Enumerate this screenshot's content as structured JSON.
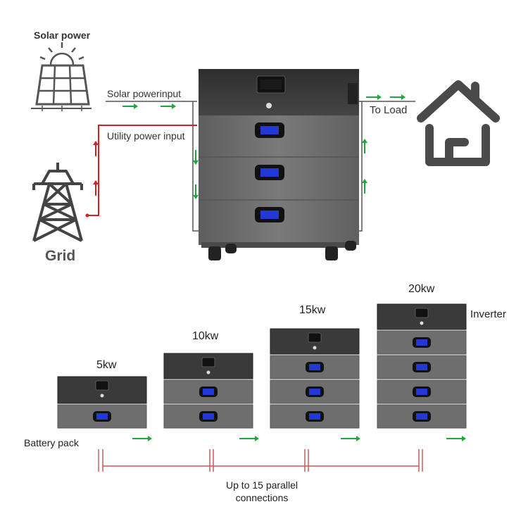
{
  "labels": {
    "solar_power": "Solar power",
    "grid": "Grid",
    "solar_power_input": "Solar powerinput",
    "utility_power_input": "Utility power input",
    "to_load": "To Load"
  },
  "configurations": [
    {
      "capacity": "5kw",
      "battery_modules": 1
    },
    {
      "capacity": "10kw",
      "battery_modules": 2
    },
    {
      "capacity": "15kw",
      "battery_modules": 3
    },
    {
      "capacity": "20kw",
      "battery_modules": 4
    }
  ],
  "legend": {
    "inverter": "Inverter",
    "battery_pack": "Battery pack",
    "parallel": "Up to 15 parallel connections"
  },
  "colors": {
    "inverter_dark": "#3a3a3a",
    "battery_gray": "#6e6e6e",
    "screen_blue": "#2338d6",
    "solar_flow_green": "#1ea83a",
    "utility_flow_red": "#d42020",
    "bracket_red": "#c85a5a"
  },
  "icons": [
    "solar-panel-icon",
    "sun-icon",
    "transmission-tower-icon",
    "house-icon"
  ]
}
